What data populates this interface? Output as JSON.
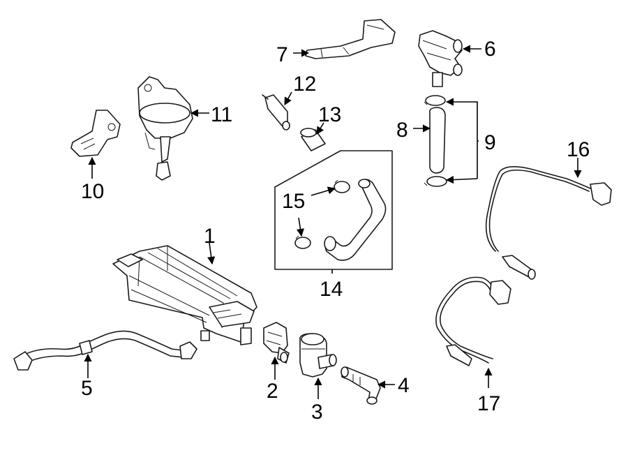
{
  "colors": {
    "line": "#1a1a1a",
    "background": "#ffffff"
  },
  "callouts": [
    {
      "id": "1",
      "label": "1"
    },
    {
      "id": "2",
      "label": "2"
    },
    {
      "id": "3",
      "label": "3"
    },
    {
      "id": "4",
      "label": "4"
    },
    {
      "id": "5",
      "label": "5"
    },
    {
      "id": "6",
      "label": "6"
    },
    {
      "id": "7",
      "label": "7"
    },
    {
      "id": "8",
      "label": "8"
    },
    {
      "id": "9",
      "label": "9"
    },
    {
      "id": "10",
      "label": "10"
    },
    {
      "id": "11",
      "label": "11"
    },
    {
      "id": "12",
      "label": "12"
    },
    {
      "id": "13",
      "label": "13"
    },
    {
      "id": "14",
      "label": "14"
    },
    {
      "id": "15",
      "label": "15"
    },
    {
      "id": "16",
      "label": "16"
    },
    {
      "id": "17",
      "label": "17"
    }
  ]
}
